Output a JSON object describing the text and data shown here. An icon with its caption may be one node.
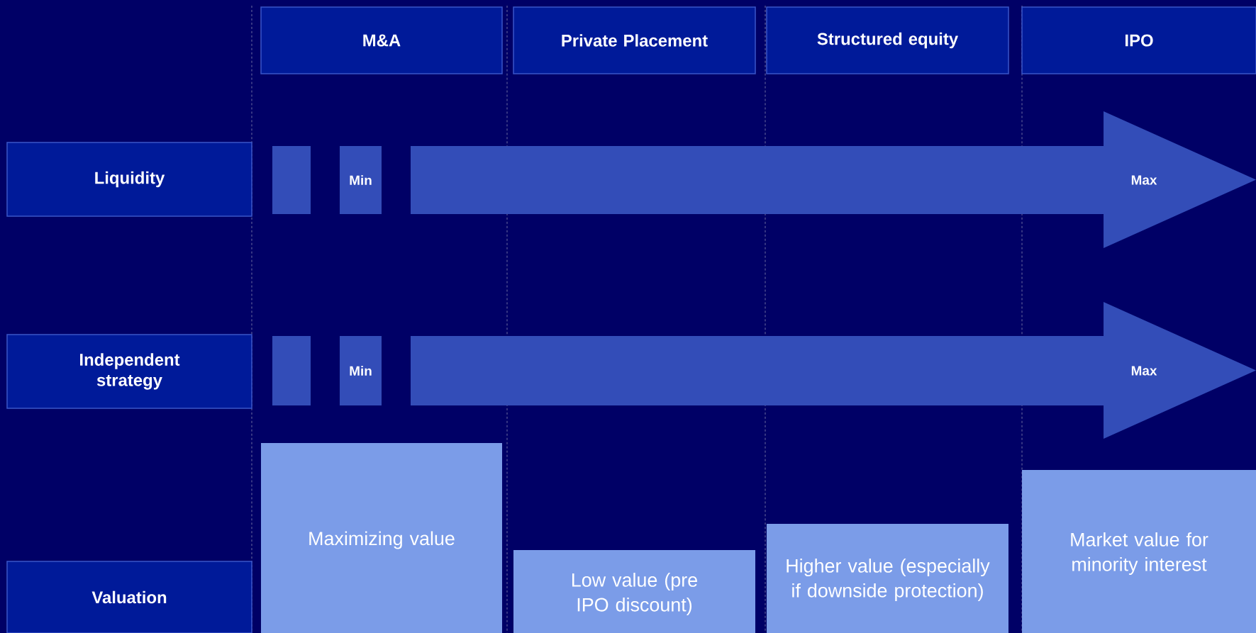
{
  "diagram": {
    "nodes": [
      {
        "text": [
          "M&A"
        ]
      },
      {
        "text": [
          "Private Placement"
        ]
      },
      {
        "text": [
          "Structured equity"
        ]
      },
      {
        "text": [
          "IPO"
        ]
      },
      {
        "text": [
          "Liquidity"
        ]
      },
      {
        "text": [],
        "shape": "box"
      },
      {
        "text": [
          "Min"
        ]
      },
      {
        "text": [
          "Max"
        ]
      },
      {
        "text": [
          "Independent strategy"
        ]
      },
      {
        "text": [],
        "shape": "box"
      },
      {
        "text": [
          "Min"
        ]
      },
      {
        "text": [
          "Max"
        ]
      },
      {
        "text": [
          "Valuation"
        ]
      },
      {
        "text": [
          "Maximizing value"
        ]
      },
      {
        "text": [
          "Low value (pre IPO discount)"
        ]
      },
      {
        "text": [
          "Higher value (especially if downside  protection)"
        ]
      },
      {
        "text": [
          "Market value for minority interest"
        ]
      }
    ]
  }
}
